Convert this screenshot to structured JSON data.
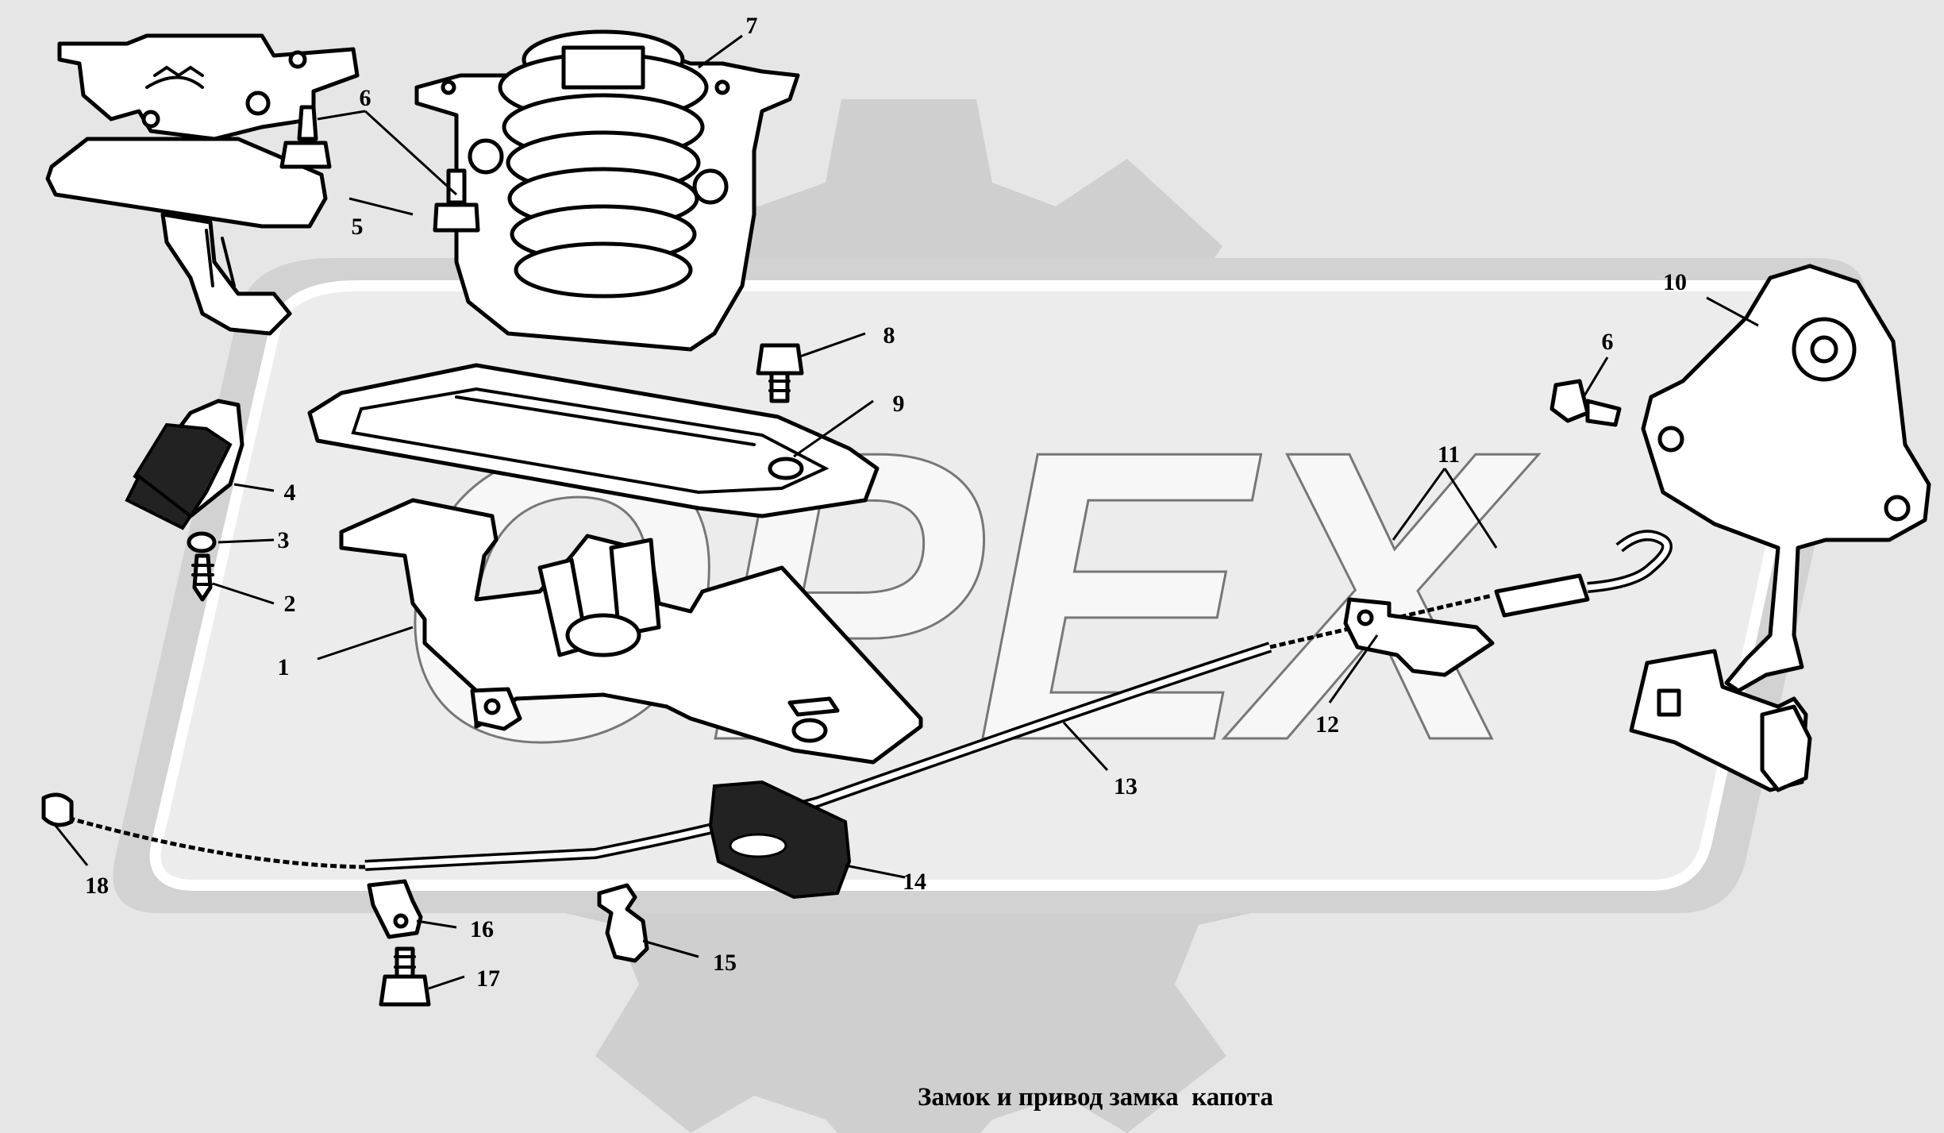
{
  "watermark": {
    "text": "OPEX"
  },
  "caption": "Замок и привод замка  капота",
  "callouts": [
    "1",
    "2",
    "3",
    "4",
    "5",
    "6",
    "6",
    "7",
    "8",
    "9",
    "10",
    "11",
    "12",
    "13",
    "14",
    "15",
    "16",
    "17",
    "18"
  ]
}
